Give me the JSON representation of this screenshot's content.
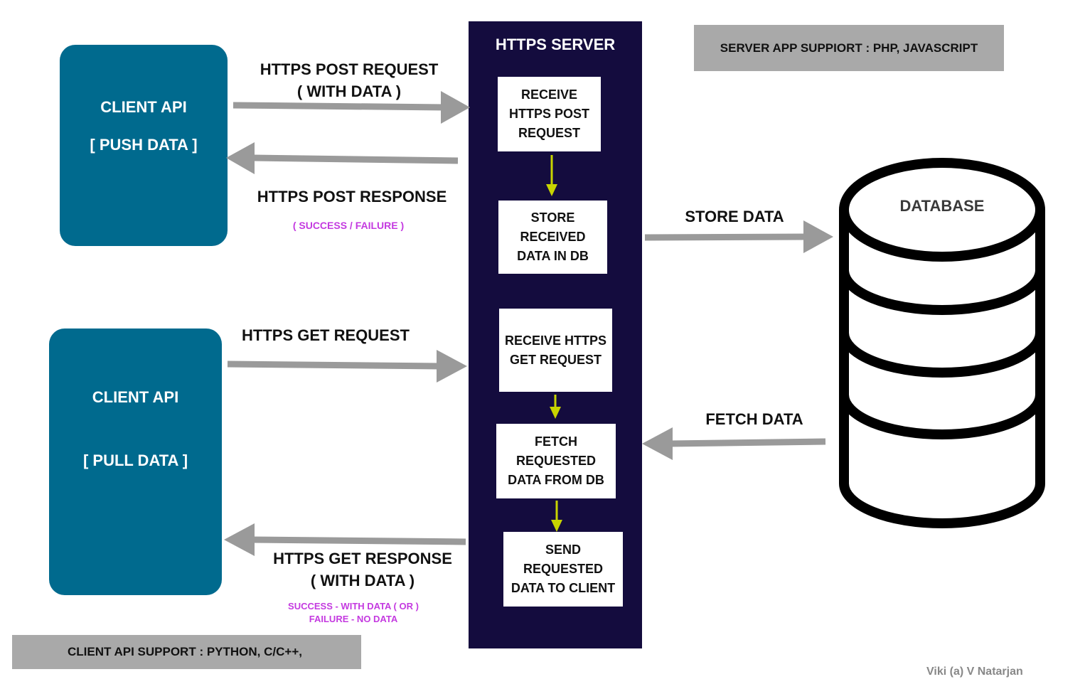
{
  "clients": {
    "push": {
      "title": "CLIENT API",
      "subtitle": "[ PUSH DATA ]"
    },
    "pull": {
      "title": "CLIENT API",
      "subtitle": "[ PULL DATA ]"
    }
  },
  "server": {
    "title": "HTTPS SERVER",
    "steps": [
      "RECEIVE\nHTTPS POST\nREQUEST",
      "STORE\nRECEIVED\nDATA IN DB",
      "RECEIVE HTTPS\nGET REQUEST",
      "FETCH\nREQUESTED\nDATA FROM DB",
      "SEND\nREQUESTED\nDATA TO CLIENT"
    ]
  },
  "arrows": {
    "post_request": "HTTPS POST REQUEST\n( WITH DATA )",
    "post_response": "HTTPS POST RESPONSE",
    "post_response_note": "( SUCCESS / FAILURE )",
    "get_request": "HTTPS GET REQUEST",
    "get_response": "HTTPS GET RESPONSE\n( WITH DATA )",
    "get_response_note": "SUCCESS - WITH DATA  ( OR )\nFAILURE - NO DATA",
    "store_data": "STORE DATA",
    "fetch_data": "FETCH DATA"
  },
  "database": {
    "label": "DATABASE"
  },
  "support": {
    "server": "SERVER APP SUPPIORT : PHP, JAVASCRIPT",
    "client": "CLIENT API SUPPORT : PYTHON, C/C++,"
  },
  "credit": "Viki (a) V Natarjan",
  "colors": {
    "client_box": "#006a8e",
    "server_bg": "#140c3e",
    "arrow_gray": "#9a9a9a",
    "step_arrow": "#c8d400",
    "note": "#c43ae0",
    "support_bg": "#a9a9a9"
  }
}
